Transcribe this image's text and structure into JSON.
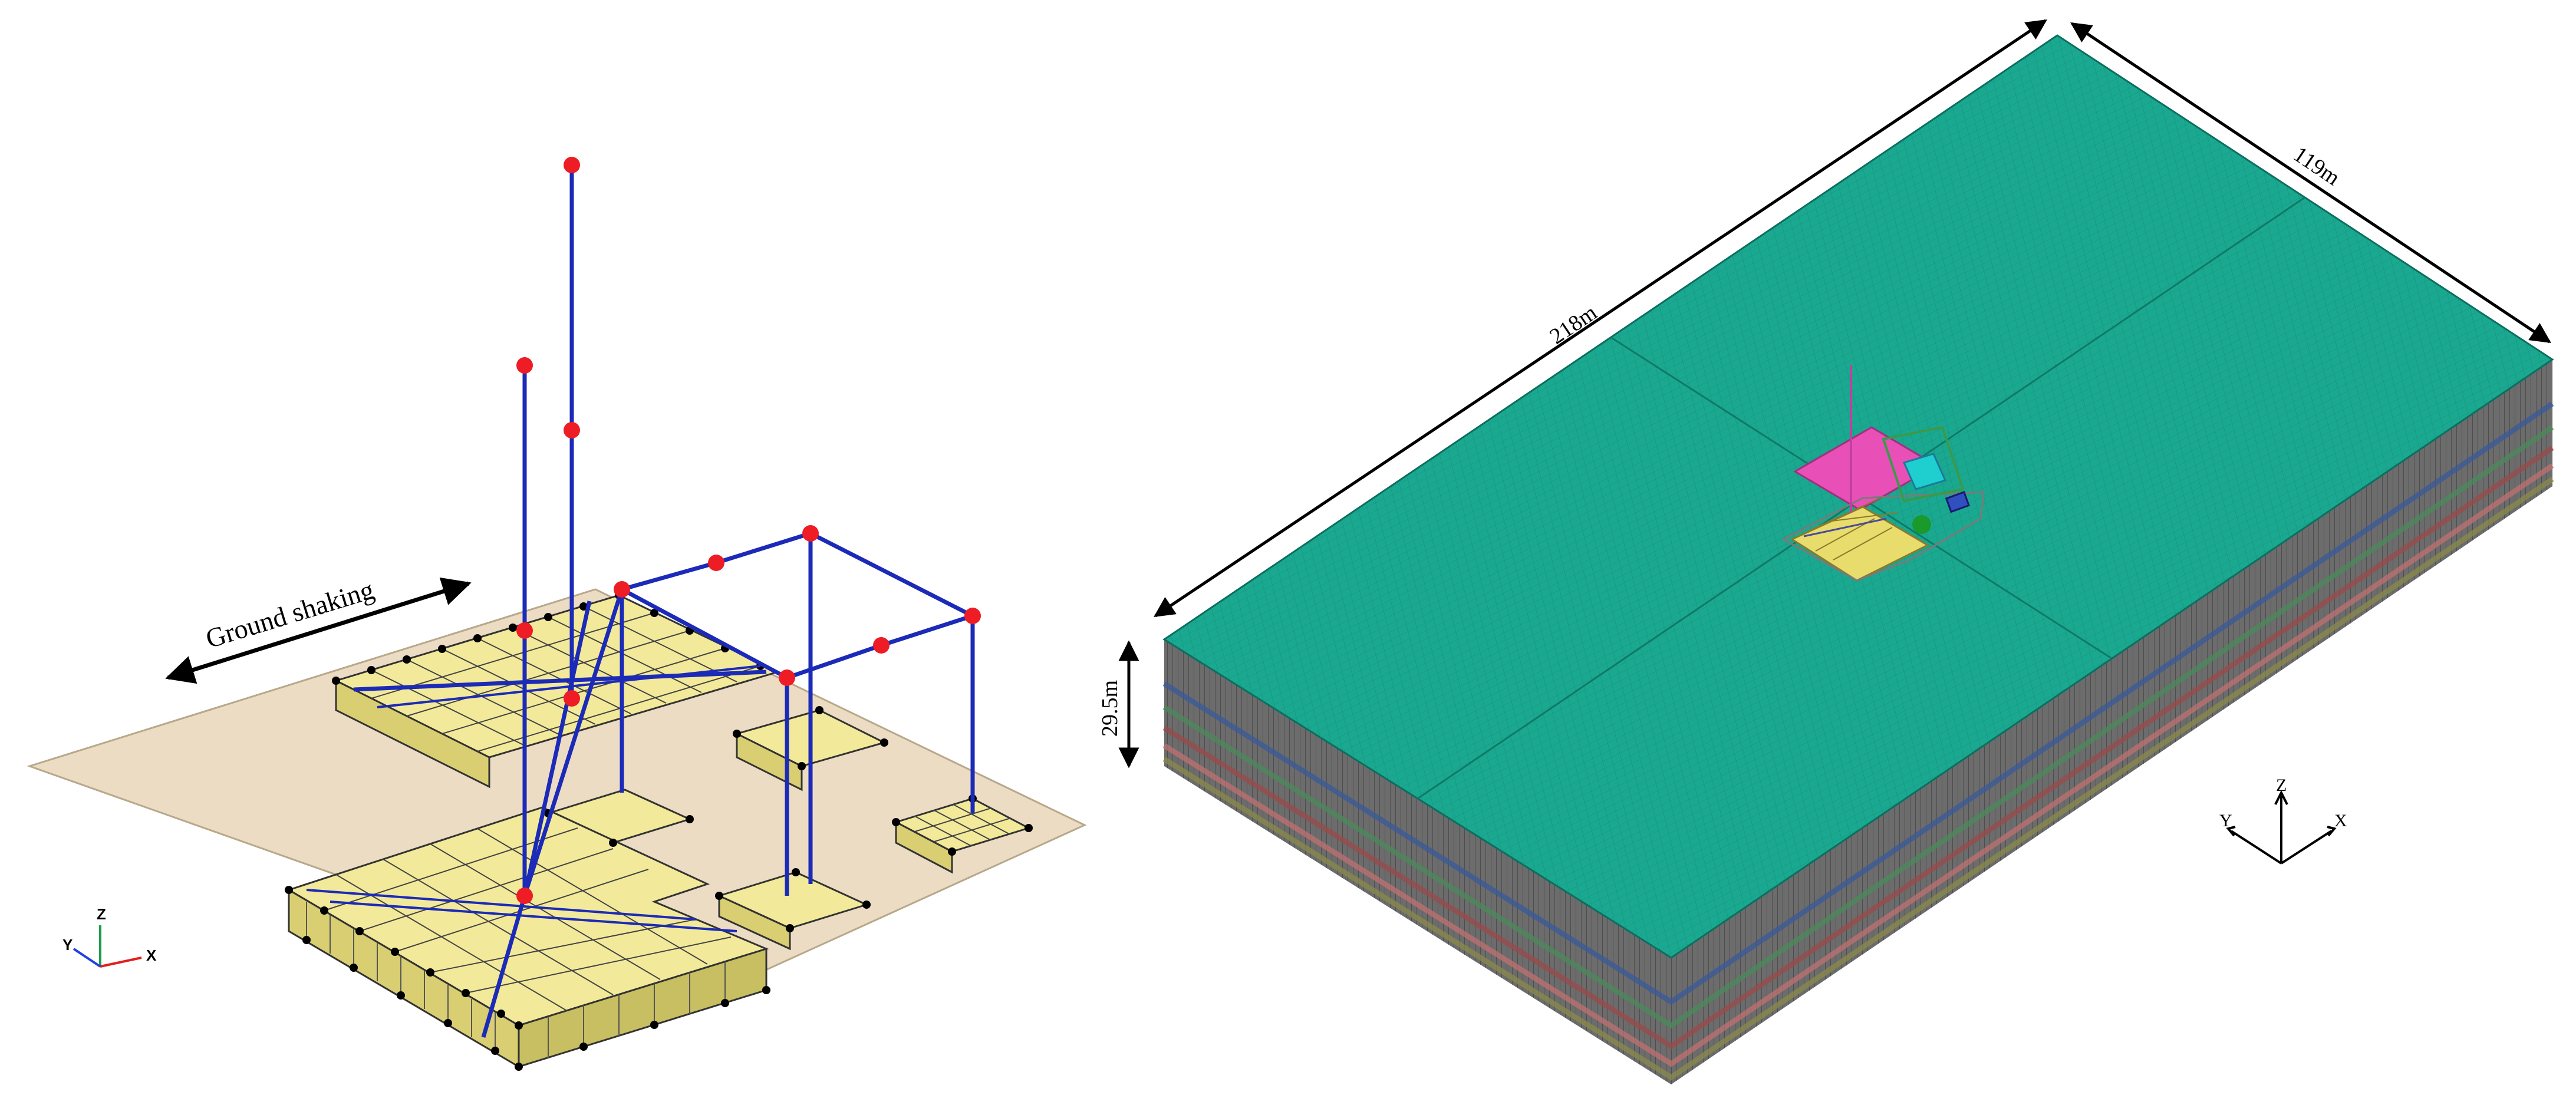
{
  "left_panel": {
    "ground_shaking_label": "Ground shaking",
    "axes": {
      "z": "Z",
      "y": "Y",
      "x": "X"
    }
  },
  "right_panel": {
    "length_label": "218m",
    "width_label": "119m",
    "depth_label": "29.5m",
    "axes": {
      "z": "Z",
      "y": "Y",
      "x": "X"
    }
  },
  "colors": {
    "soil_surface": "#1ba890",
    "foundation_block": "#f2ea9a",
    "frame": "#1c2ab8",
    "node": "#ee1c24",
    "ground_plane": "#ecdcc4",
    "building_pink": "#e850b8",
    "building_yellow": "#e8dc6c"
  }
}
